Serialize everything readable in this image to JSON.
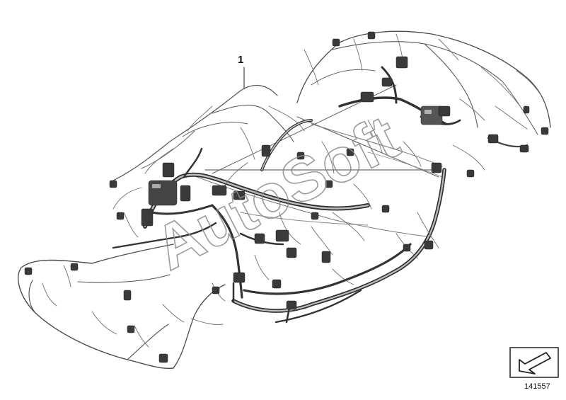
{
  "callouts": [
    {
      "label": "1"
    }
  ],
  "diagram": {
    "id": "141557",
    "watermark": "AutoSoft"
  },
  "colors": {
    "line": "#3a3a3a",
    "dark": "#2b2b2b",
    "mid": "#7a7a7a",
    "light": "#bdbdbd",
    "paper": "#ffffff"
  },
  "icons": {
    "navigation": "arrow-down-left-icon"
  }
}
